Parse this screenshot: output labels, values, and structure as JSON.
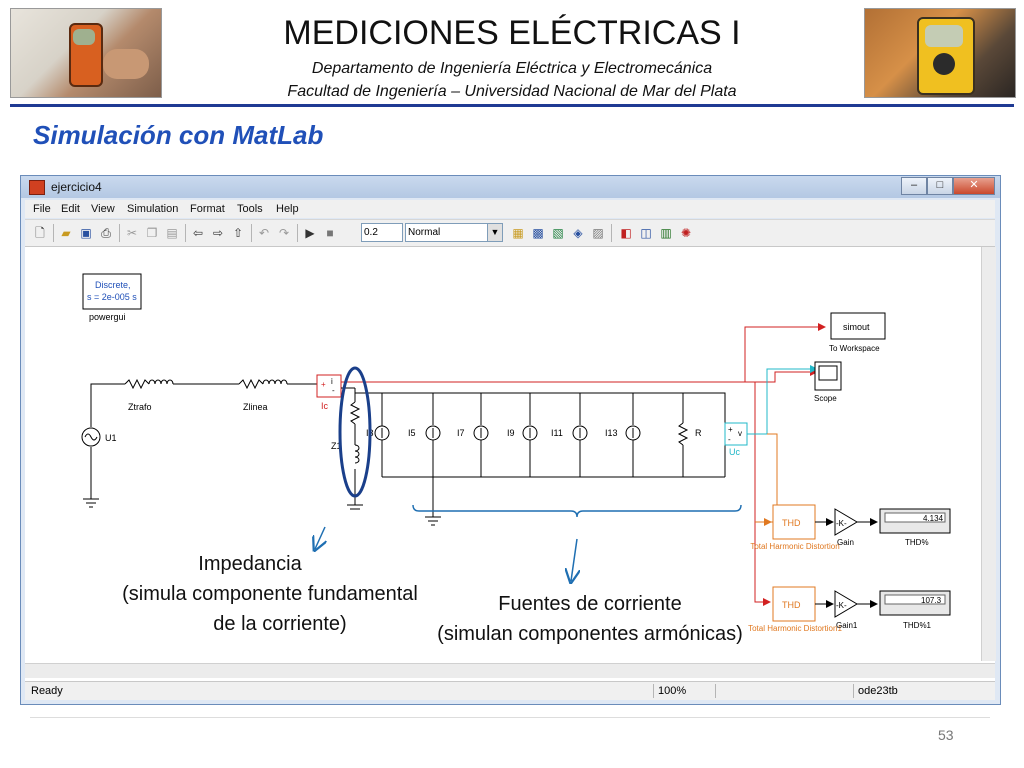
{
  "header": {
    "title": "MEDICIONES ELÉCTRICAS I",
    "subtitle1": "Departamento de Ingeniería Eléctrica y Electromecánica",
    "subtitle2": "Facultad de Ingeniería – Universidad Nacional de Mar del Plata"
  },
  "section_title": "Simulación con MatLab",
  "window": {
    "title": "ejercicio4",
    "controls": {
      "minimize": "–",
      "maximize": "□",
      "close": "✕"
    },
    "menu": [
      "File",
      "Edit",
      "View",
      "Simulation",
      "Format",
      "Tools",
      "Help"
    ],
    "stop_time": "0.2",
    "sim_mode": "Normal",
    "status": {
      "left": "Ready",
      "zoom": "100%",
      "solver": "ode23tb"
    }
  },
  "diagram": {
    "powergui": {
      "line1": "Discrete,",
      "line2": "s = 2e-005 s",
      "label": "powergui"
    },
    "source_label": "U1",
    "ztrafo_label": "Ztrafo",
    "zlinea_label": "Zlinea",
    "ic_label": "Ic",
    "ic_ports": {
      "i": "i",
      "plus": "+",
      "minus": "-"
    },
    "z1_label": "Z1",
    "current_sources": [
      "I3",
      "I5",
      "I7",
      "I9",
      "I11",
      "I13"
    ],
    "r_label": "R",
    "uc_label": "Uc",
    "uc_ports": {
      "plus": "+",
      "minus": "-",
      "v": "v"
    },
    "simout": "simout",
    "to_workspace": "To Workspace",
    "scope": "Scope",
    "thd_block": "THD",
    "thd1_label": "Total Harmonic Distortion",
    "thd2_label": "Total Harmonic Distortion1",
    "gain_text": "-K-",
    "gain1": "Gain",
    "gain2": "Gain1",
    "display1_value": "4.134",
    "display2_value": "107.3",
    "display1_label": "THD%",
    "display2_label": "THD%1"
  },
  "annotations": {
    "impedancia": [
      "Impedancia",
      "(simula componente fundamental",
      "de la corriente)"
    ],
    "fuentes": [
      "Fuentes de corriente",
      "(simulan componentes armónicas)"
    ]
  },
  "page_number": "53",
  "colors": {
    "accent_blue": "#2050b8",
    "header_rule": "#1f3a93",
    "wire_red": "#d22020",
    "wire_cyan": "#20b8c8",
    "wire_orange": "#e07820",
    "annotation_blue": "#1f6fb2",
    "ellipse": "#1a3f8a"
  }
}
